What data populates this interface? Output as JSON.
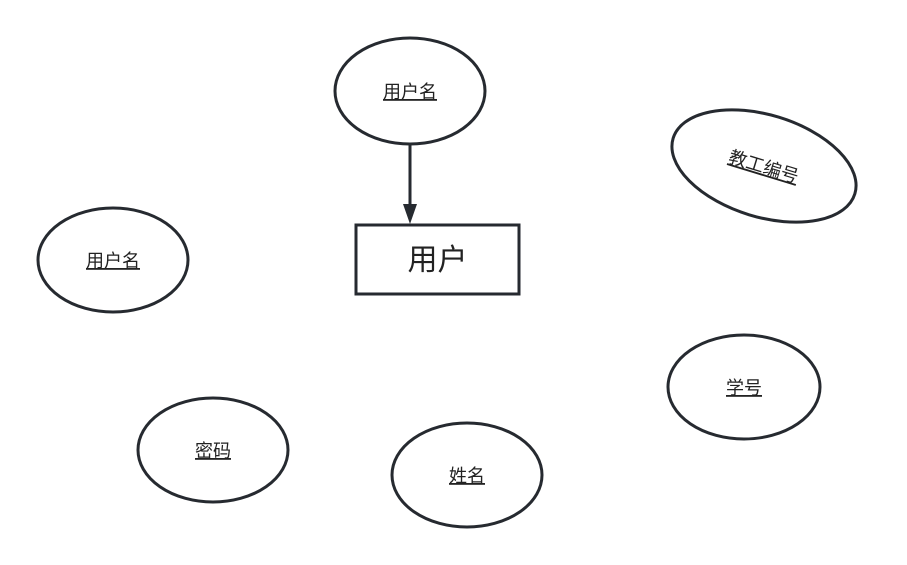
{
  "entity": {
    "label": "用户"
  },
  "attributes": [
    {
      "id": "username-top",
      "label": "用户名"
    },
    {
      "id": "staff-number",
      "label": "教工编号"
    },
    {
      "id": "username-left",
      "label": "用户名"
    },
    {
      "id": "student-number",
      "label": "学号"
    },
    {
      "id": "password",
      "label": "密码"
    },
    {
      "id": "name",
      "label": "姓名"
    }
  ],
  "colors": {
    "stroke": "#262a30",
    "text": "#222222",
    "background": "#ffffff"
  }
}
